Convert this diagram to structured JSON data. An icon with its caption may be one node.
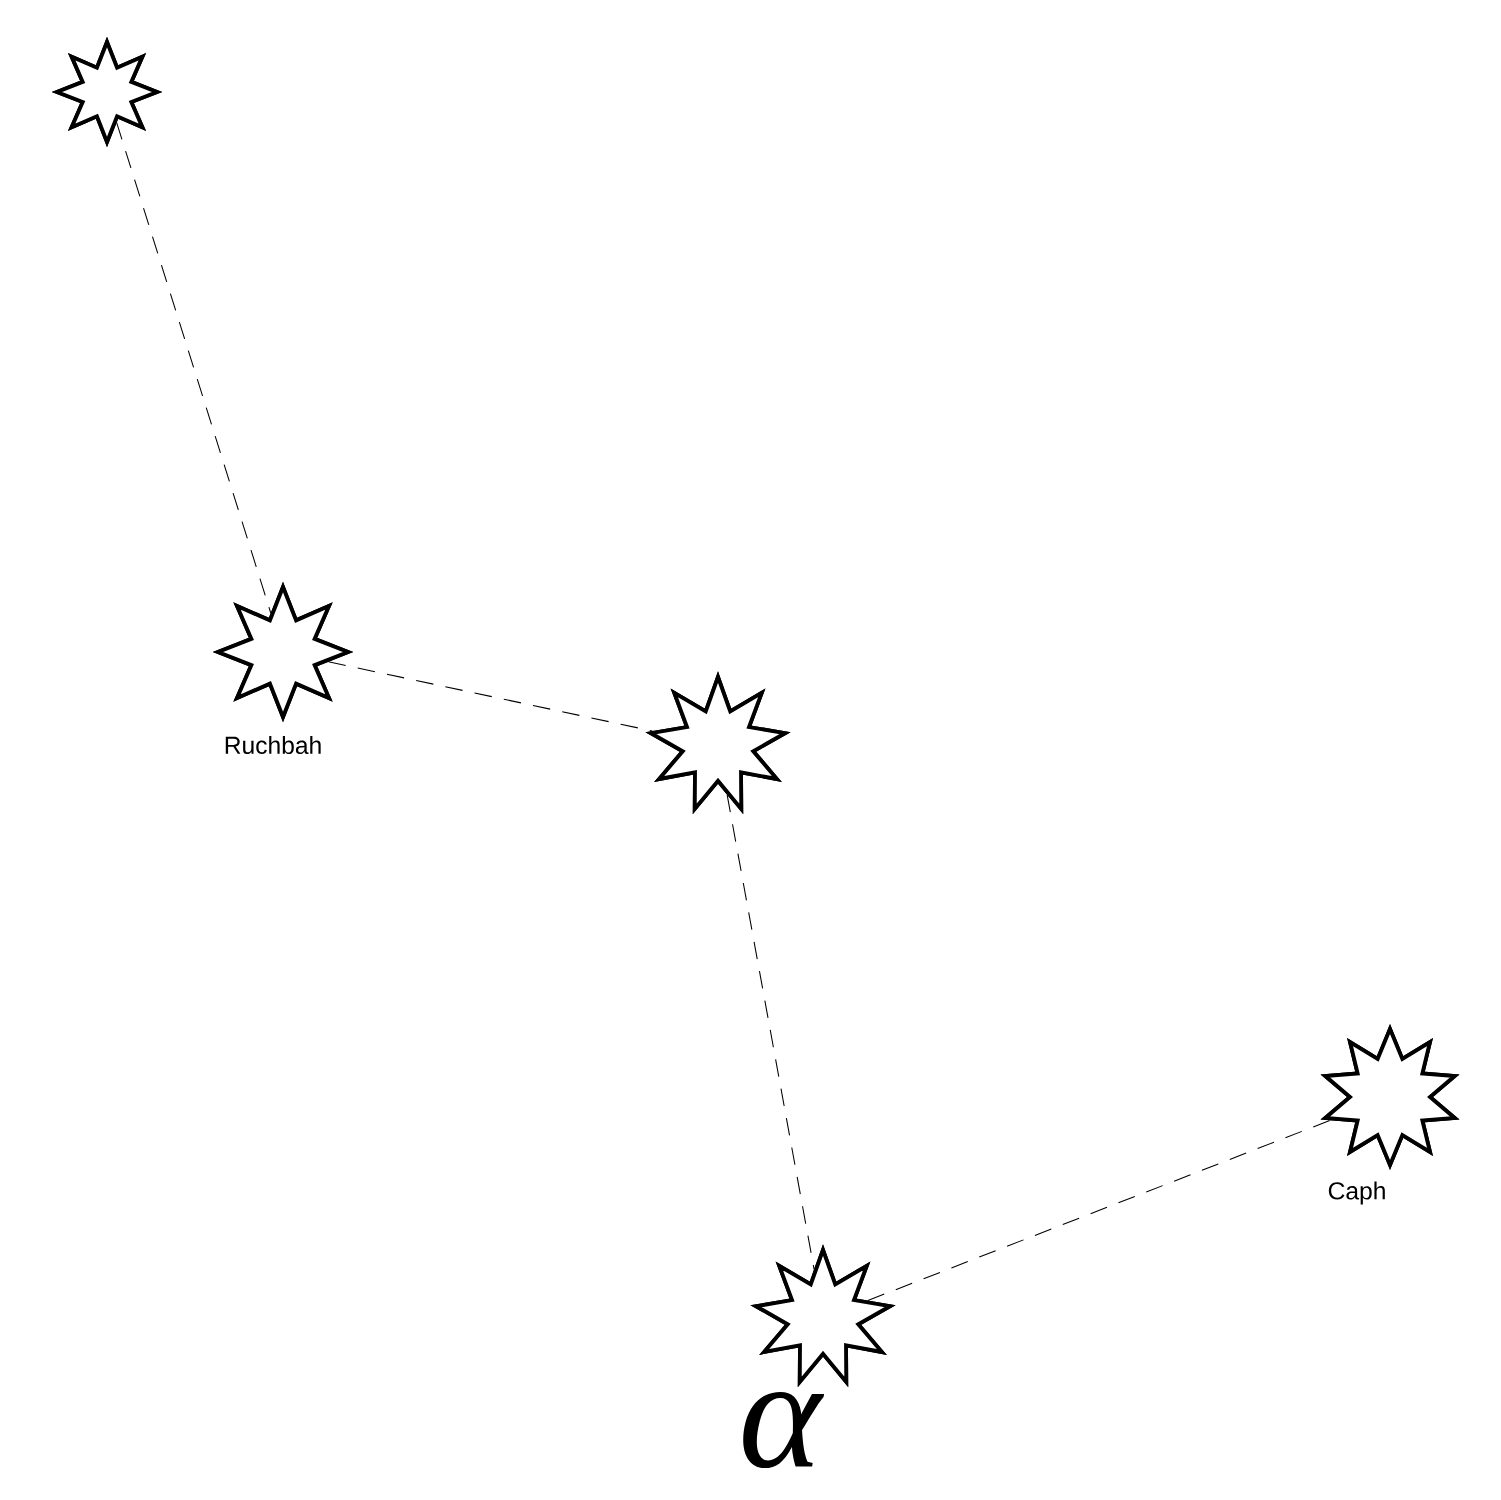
{
  "diagram": {
    "nodes": [
      {
        "text": [],
        "shape": "star"
      },
      {
        "text": [],
        "shape": "star",
        "beside": [
          "Ruchbah"
        ]
      },
      {
        "text": [],
        "shape": "star"
      },
      {
        "text": [],
        "shape": "star",
        "beside": [
          "α"
        ]
      },
      {
        "text": [],
        "shape": "star",
        "beside": [
          "Caph"
        ]
      }
    ],
    "edges": [
      {
        "from": 0,
        "to": 1,
        "arrow": "none",
        "style": "dashed"
      },
      {
        "from": 1,
        "to": 2,
        "arrow": "none",
        "style": "dashed"
      },
      {
        "from": 2,
        "to": 3,
        "arrow": "none",
        "style": "dashed"
      },
      {
        "from": 3,
        "to": 4,
        "arrow": "none",
        "style": "dashed"
      }
    ]
  }
}
